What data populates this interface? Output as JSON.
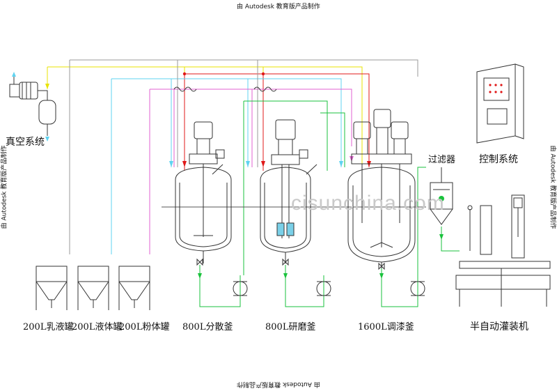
{
  "stamp": "由 Autodesk 教育版产品制作",
  "watermark": "cisunchina.com",
  "labels": {
    "vacuum": "真空系统",
    "filter": "过滤器",
    "control": "控制系统",
    "tank_emulsion": "200L乳液罐",
    "tank_liquid": "200L液体罐",
    "tank_powder": "200L粉体罐",
    "disperser": "800L分散釜",
    "grinder": "800L研磨釜",
    "mixer": "1600L调漆釜",
    "filler": "半自动灌装机"
  },
  "colors": {
    "outline": "#333333",
    "yellow_line": "#e8e300",
    "cyan_line": "#5fd3f0",
    "pink_line": "#e060d0",
    "green_line": "#19c23c",
    "red_line": "#e01818",
    "gray_line": "#9a9a9a"
  }
}
